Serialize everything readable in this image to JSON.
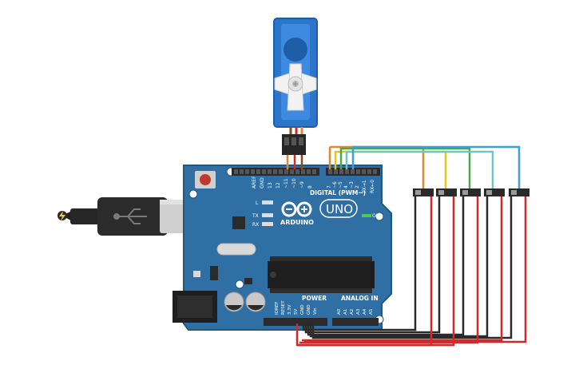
{
  "board": {
    "brand": "ARDUINO",
    "model": "UNO",
    "digital_label": "DIGITAL (PWM~)",
    "power_label": "POWER",
    "analog_label": "ANALOG IN",
    "led_l": "L",
    "led_tx": "TX",
    "led_rx": "RX",
    "on_label": "ON",
    "top_pins": [
      "AREF",
      "GND",
      "13",
      "12",
      "~11",
      "~10",
      "~9",
      "8",
      "7",
      "~6",
      "~5",
      "4",
      "~3",
      "2",
      "TX→1",
      "RX←0"
    ],
    "power_pins": [
      "IOREF",
      "RESET",
      "3.3V",
      "5V",
      "GND",
      "GND",
      "Vin"
    ],
    "analog_pins": [
      "A0",
      "A1",
      "A2",
      "A3",
      "A4",
      "A5"
    ]
  },
  "switches": {
    "count": 5
  },
  "colors": {
    "board": "#2f6fa3",
    "board_edge": "#24577f",
    "header": "#2b2b2b",
    "servo_body": "#2c76c9",
    "wire_orange": "#e0882e",
    "wire_yellow": "#e6c619",
    "wire_green": "#4aa84a",
    "wire_teal": "#6ac8c4",
    "wire_blue": "#3aa0d8",
    "wire_red": "#d62828",
    "wire_black": "#2a2a2a",
    "wire_brown": "#8a4a1a"
  }
}
